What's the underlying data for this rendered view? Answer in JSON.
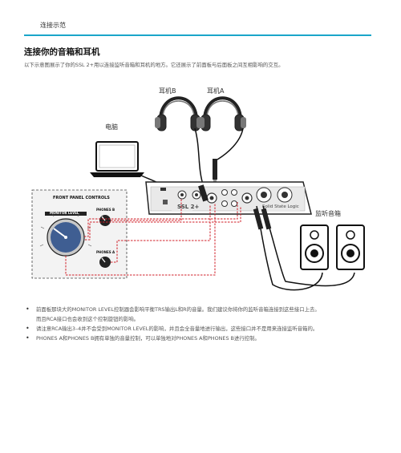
{
  "header": {
    "label": "连接示范"
  },
  "section": {
    "title": "连接你的音箱和耳机",
    "intro": "以下示意图展示了你的SSL 2+用以连接监听音箱和耳机的地方。它还展示了前面板与后面板之间互相影响的交互。"
  },
  "diagram": {
    "labels": {
      "headphone_b": "耳机B",
      "headphone_a": "耳机A",
      "computer": "电脑",
      "monitors": "监听音箱",
      "front_panel": "FRONT PANEL CONTROLS",
      "monitor_level": "MONITOR LEVEL",
      "phones_b": "PHONES B",
      "phones_a": "PHONES A",
      "device_model": "SSL 2+",
      "device_brand": "Solid State Logic"
    }
  },
  "bullets": [
    {
      "lines": [
        "前面板那块大的MONITOR LEVEL控制器会影响平衡TRS输出L和R的音量。我们建议你将你的监听音箱连接到这些接口上去。",
        "而且RCA接口也会收到这个控制旋钮的影响。"
      ]
    },
    {
      "lines": [
        "请注意RCA输出3–4并不会受到MONITOR LEVEL的影响，并且会全音量地进行输出，这些接口并不是用来连接监听音箱的。"
      ]
    },
    {
      "lines": [
        "PHONES A和PHONES B拥有单独的音量控制，可以单独地对PHONES A和PHONES B进行控制。"
      ]
    }
  ],
  "colors": {
    "accent": "#1aa6c9",
    "cable_red": "#d0202a",
    "knob_blue": "#3f5e92"
  }
}
